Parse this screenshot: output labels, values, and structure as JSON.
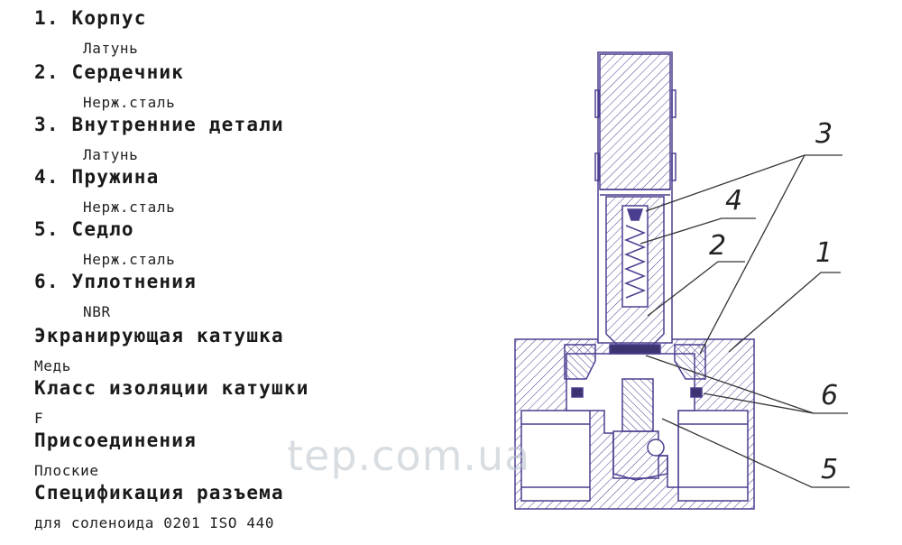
{
  "specs": [
    {
      "index": "1.",
      "title": "Корпус",
      "value": "Латунь"
    },
    {
      "index": "2.",
      "title": "Сердечник",
      "value": "Нерж.сталь"
    },
    {
      "index": "3.",
      "title": "Внутренние детали",
      "value": "Латунь"
    },
    {
      "index": "4.",
      "title": "Пружина",
      "value": "Нерж.сталь"
    },
    {
      "index": "5.",
      "title": "Седло",
      "value": "Нерж.сталь"
    },
    {
      "index": "6.",
      "title": "Уплотнения",
      "value": "NBR"
    }
  ],
  "extras": [
    {
      "title": "Экранирующая катушка",
      "value": "Медь"
    },
    {
      "title": "Класс изоляции катушки",
      "value": "F"
    },
    {
      "title": "Присоединения",
      "value": "Плоские"
    },
    {
      "title": "Спецификация разъема",
      "value": "для соленоида 0201 ISO 440"
    }
  ],
  "watermark": "tep.com.ua",
  "callouts": [
    "1",
    "2",
    "3",
    "4",
    "5",
    "6"
  ],
  "colors": {
    "outline": "#4a3f8f",
    "text": "#1a1a1a"
  }
}
